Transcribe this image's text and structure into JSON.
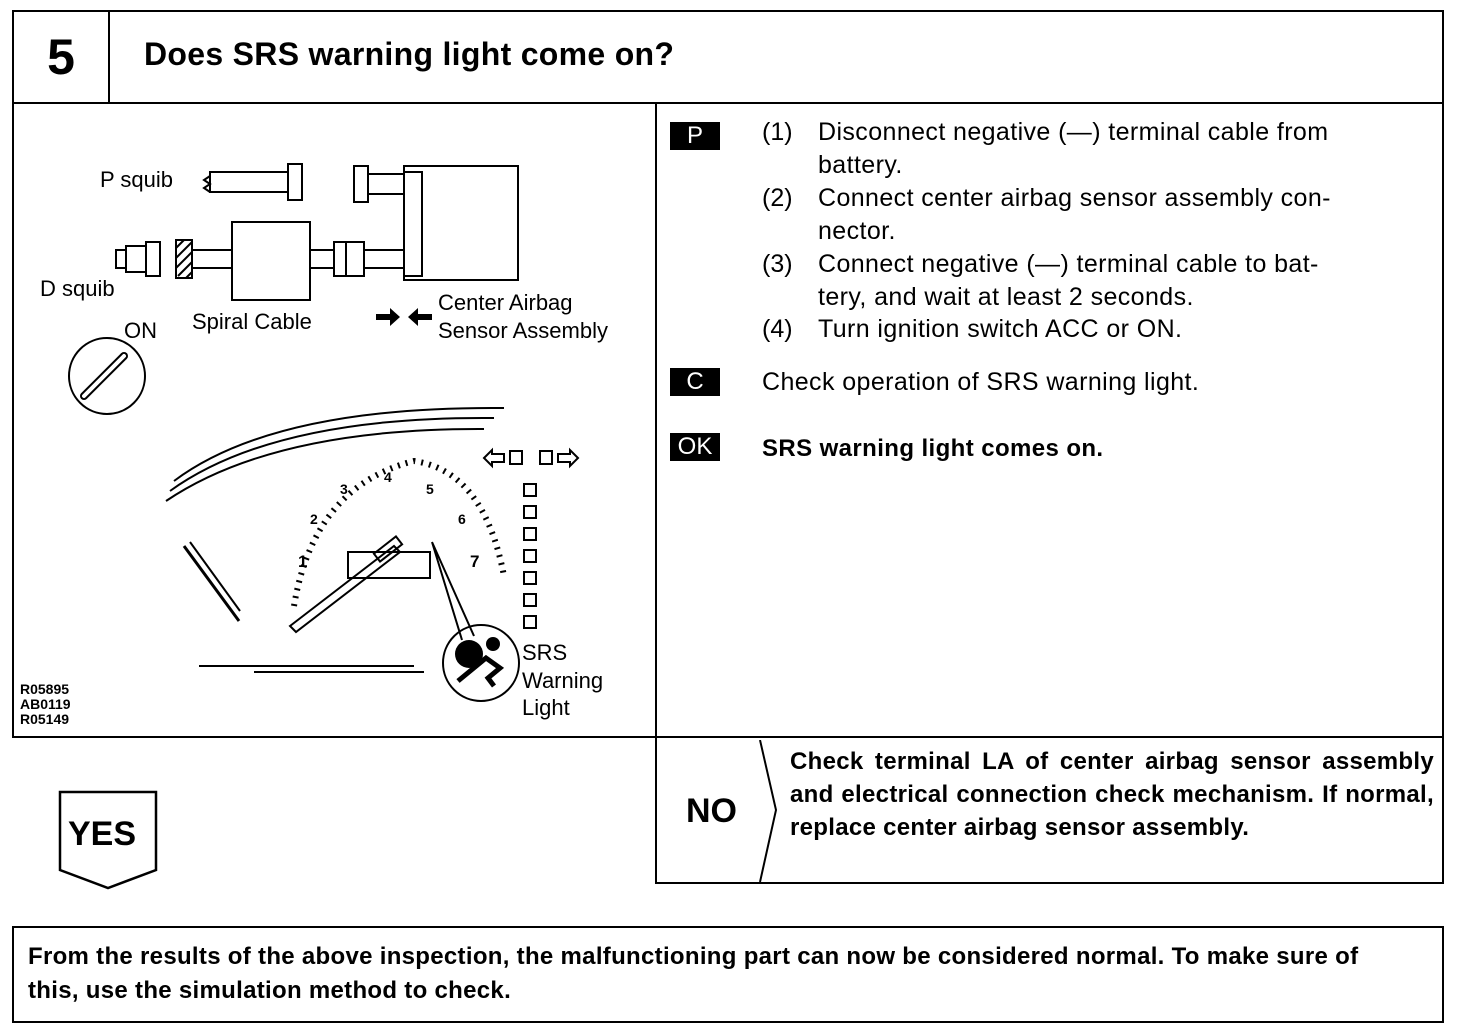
{
  "header": {
    "step_number": "5",
    "title": "Does SRS warning light come on?"
  },
  "diagram": {
    "p_squib": "P squib",
    "d_squib": "D squib",
    "spiral_cable": "Spiral Cable",
    "center_airbag_1": "Center Airbag",
    "center_airbag_2": "Sensor Assembly",
    "on": "ON",
    "srs_1": "SRS",
    "srs_2": "Warning",
    "srs_3": "Light",
    "tach_numbers": [
      "1",
      "2",
      "3",
      "4",
      "5",
      "6",
      "7"
    ],
    "codes": [
      "R05895",
      "AB0119",
      "R05149"
    ]
  },
  "procedure": {
    "p_tag": "P",
    "steps": [
      {
        "num": "(1)",
        "line1": "Disconnect negative (—) terminal cable from",
        "line2": "battery."
      },
      {
        "num": "(2)",
        "line1": "Connect center airbag sensor assembly con-",
        "line2": "nector."
      },
      {
        "num": "(3)",
        "line1": "Connect negative (—) terminal cable to bat-",
        "line2": "tery, and wait at least 2 seconds."
      },
      {
        "num": "(4)",
        "line1": "Turn ignition switch ACC or ON."
      }
    ],
    "c_tag": "C",
    "check_text": "Check operation of SRS warning light.",
    "ok_tag": "OK",
    "ok_text": "SRS warning light comes on."
  },
  "no_branch": {
    "label": "NO",
    "text": "Check terminal LA of center airbag sensor assembly and electrical connection check mechanism. If normal, replace center airbag sensor assembly."
  },
  "yes_branch": {
    "label": "YES"
  },
  "footer": {
    "text": "From the results of the above inspection, the malfunctioning part can now be considered normal. To make sure of this, use the simulation method to check."
  }
}
